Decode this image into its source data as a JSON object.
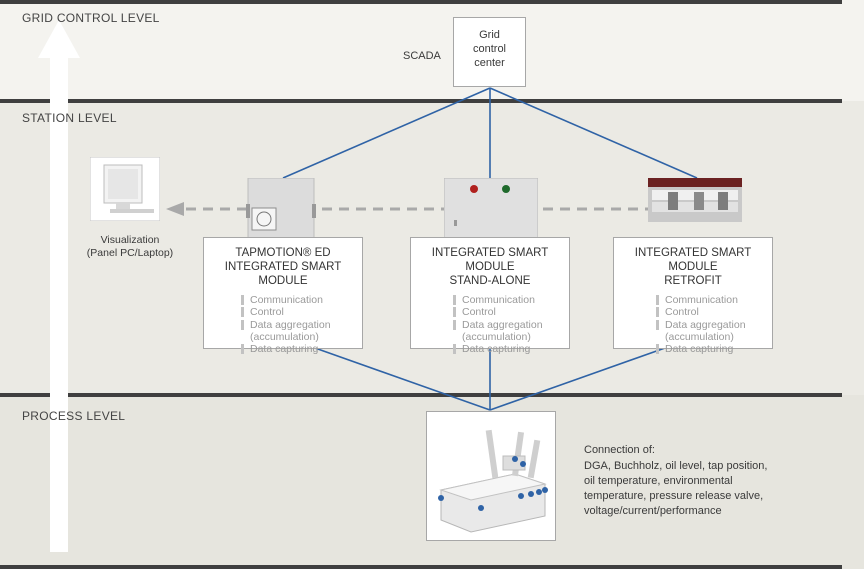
{
  "levels": {
    "grid": "GRID CONTROL LEVEL",
    "station": "STATION LEVEL",
    "process": "PROCESS LEVEL"
  },
  "scada_label": "SCADA",
  "grid_center": "Grid\ncontrol\ncenter",
  "visualization": "Visualization\n(Panel PC/Laptop)",
  "modules": [
    {
      "title": "TAPMOTION® ED\nINTEGRATED SMART MODULE",
      "items": [
        "Communication",
        "Control",
        "Data aggregation\n(accumulation)",
        "Data capturing"
      ]
    },
    {
      "title": "INTEGRATED SMART MODULE\nSTAND-ALONE",
      "items": [
        "Communication",
        "Control",
        "Data aggregation\n(accumulation)",
        "Data capturing"
      ]
    },
    {
      "title": "INTEGRATED SMART MODULE\nRETROFIT",
      "items": [
        "Communication",
        "Control",
        "Data aggregation\n(accumulation)",
        "Data capturing"
      ]
    }
  ],
  "connection": {
    "heading": "Connection of:",
    "body": "DGA, Buchholz, oil level, tap position,\noil temperature, environmental\ntemperature, pressure release valve,\nvoltage/current/performance"
  },
  "colors": {
    "link_line": "#2f63a6",
    "dashed_arrow": "#a9a9a9",
    "bar": "#3f3f3f"
  }
}
